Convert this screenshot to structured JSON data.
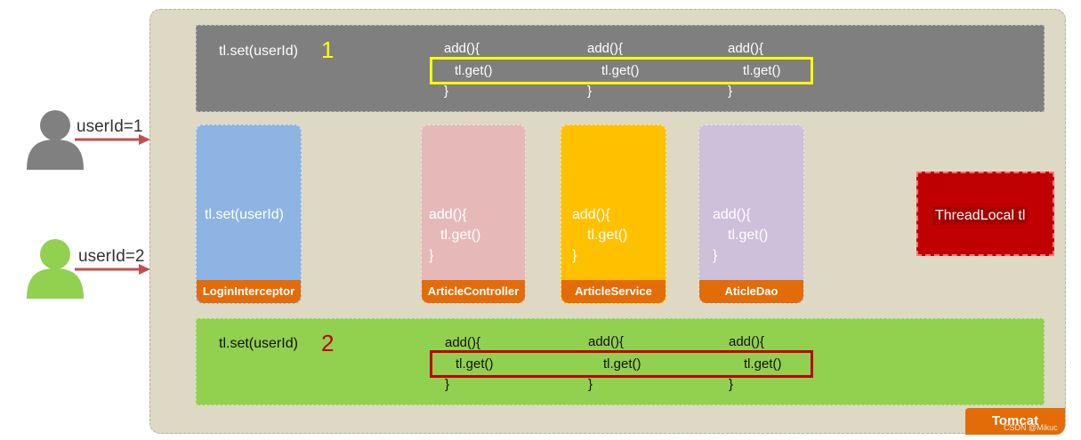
{
  "users": [
    {
      "label": "userId=1",
      "color": "#808080"
    },
    {
      "label": "userId=2",
      "color": "#92d050"
    }
  ],
  "container": {
    "label": "Tomcat",
    "watermark": "CSDN @Mikuc"
  },
  "thread1": {
    "set_call": "tl.set(userId)",
    "number": "1",
    "methods": [
      {
        "open": "add(){",
        "body": "tl.get()",
        "close": "}"
      },
      {
        "open": "add(){",
        "body": "tl.get()",
        "close": "}"
      },
      {
        "open": "add(){",
        "body": "tl.get()",
        "close": "}"
      }
    ],
    "highlight_color": "#ffff00"
  },
  "thread2": {
    "set_call": "tl.set(userId)",
    "number": "2",
    "methods": [
      {
        "open": "add(){",
        "body": "tl.get()",
        "close": "}"
      },
      {
        "open": "add(){",
        "body": "tl.get()",
        "close": "}"
      },
      {
        "open": "add(){",
        "body": "tl.get()",
        "close": "}"
      }
    ],
    "highlight_color": "#c00000"
  },
  "components": [
    {
      "name": "LoginInterceptor",
      "code": [
        "tl.set(userId)"
      ],
      "color": "#8db4e2"
    },
    {
      "name": "ArticleController",
      "code": [
        "add(){",
        "tl.get()",
        "}"
      ],
      "color": "#e6b9b8"
    },
    {
      "name": "ArticleService",
      "code": [
        "add(){",
        "tl.get()",
        "}"
      ],
      "color": "#ffc000"
    },
    {
      "name": "AticleDao",
      "code": [
        "add(){",
        "tl.get()",
        "}"
      ],
      "color": "#ccc0da"
    }
  ],
  "threadlocal": {
    "label": "ThreadLocal   tl",
    "color": "#c00000"
  }
}
